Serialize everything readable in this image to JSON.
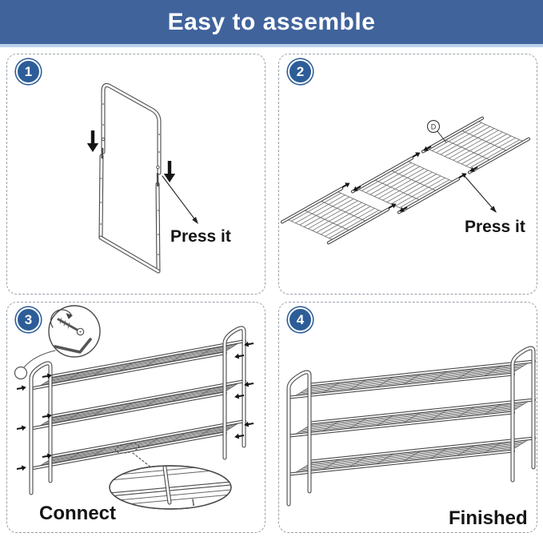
{
  "banner": {
    "title": "Easy to assemble",
    "bg": "#40639c",
    "accent_strip": "#b9d2eb"
  },
  "panels": [
    {
      "number": "1",
      "label": "Press it"
    },
    {
      "number": "2",
      "label": "Press it",
      "part_label": "D"
    },
    {
      "number": "3",
      "label": "Connect"
    },
    {
      "number": "4",
      "label": "Finished"
    }
  ],
  "colors": {
    "badge": "#2d5d98",
    "line": "#4a4a4a",
    "wire": "#6e6e6e",
    "ink": "#151515",
    "label": "#141414"
  }
}
